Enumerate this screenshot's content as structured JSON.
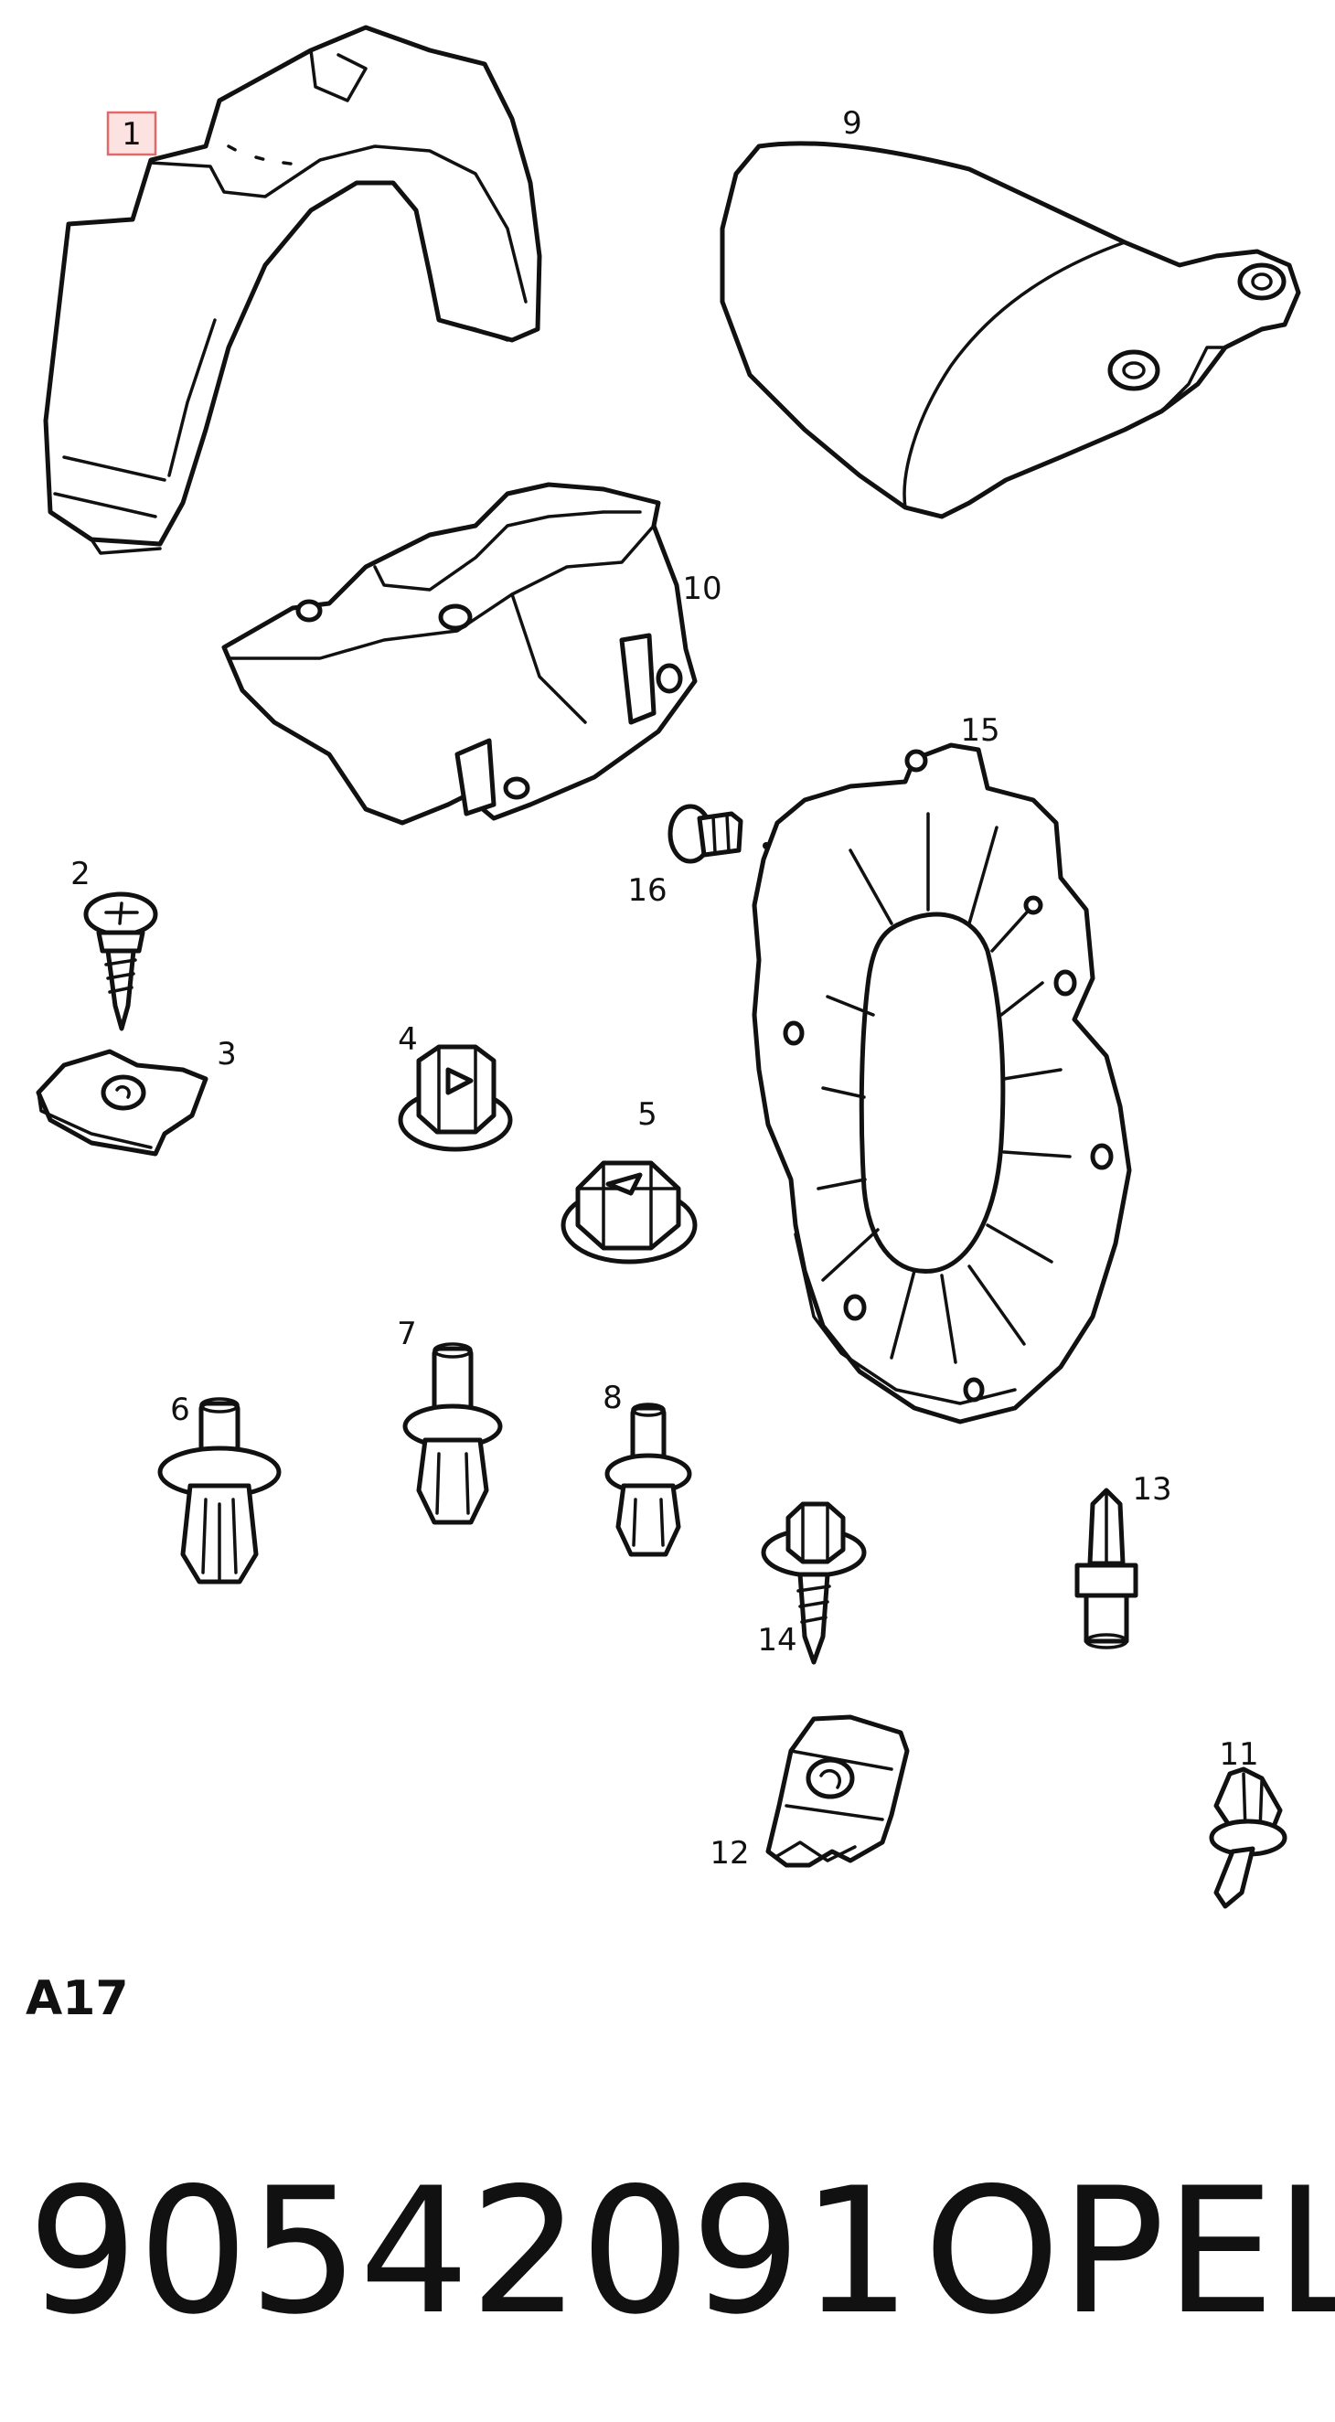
{
  "diagram": {
    "section_code": "A17",
    "part_number": "90542091",
    "brand": "OPEL",
    "highlight_color": "#e06a6a",
    "callouts": {
      "c1": "1",
      "c2": "2",
      "c3": "3",
      "c4": "4",
      "c5": "5",
      "c6": "6",
      "c7": "7",
      "c8": "8",
      "c9": "9",
      "c10": "10",
      "c11": "11",
      "c12": "12",
      "c13": "13",
      "c14": "14",
      "c15": "15",
      "c16": "16"
    }
  }
}
